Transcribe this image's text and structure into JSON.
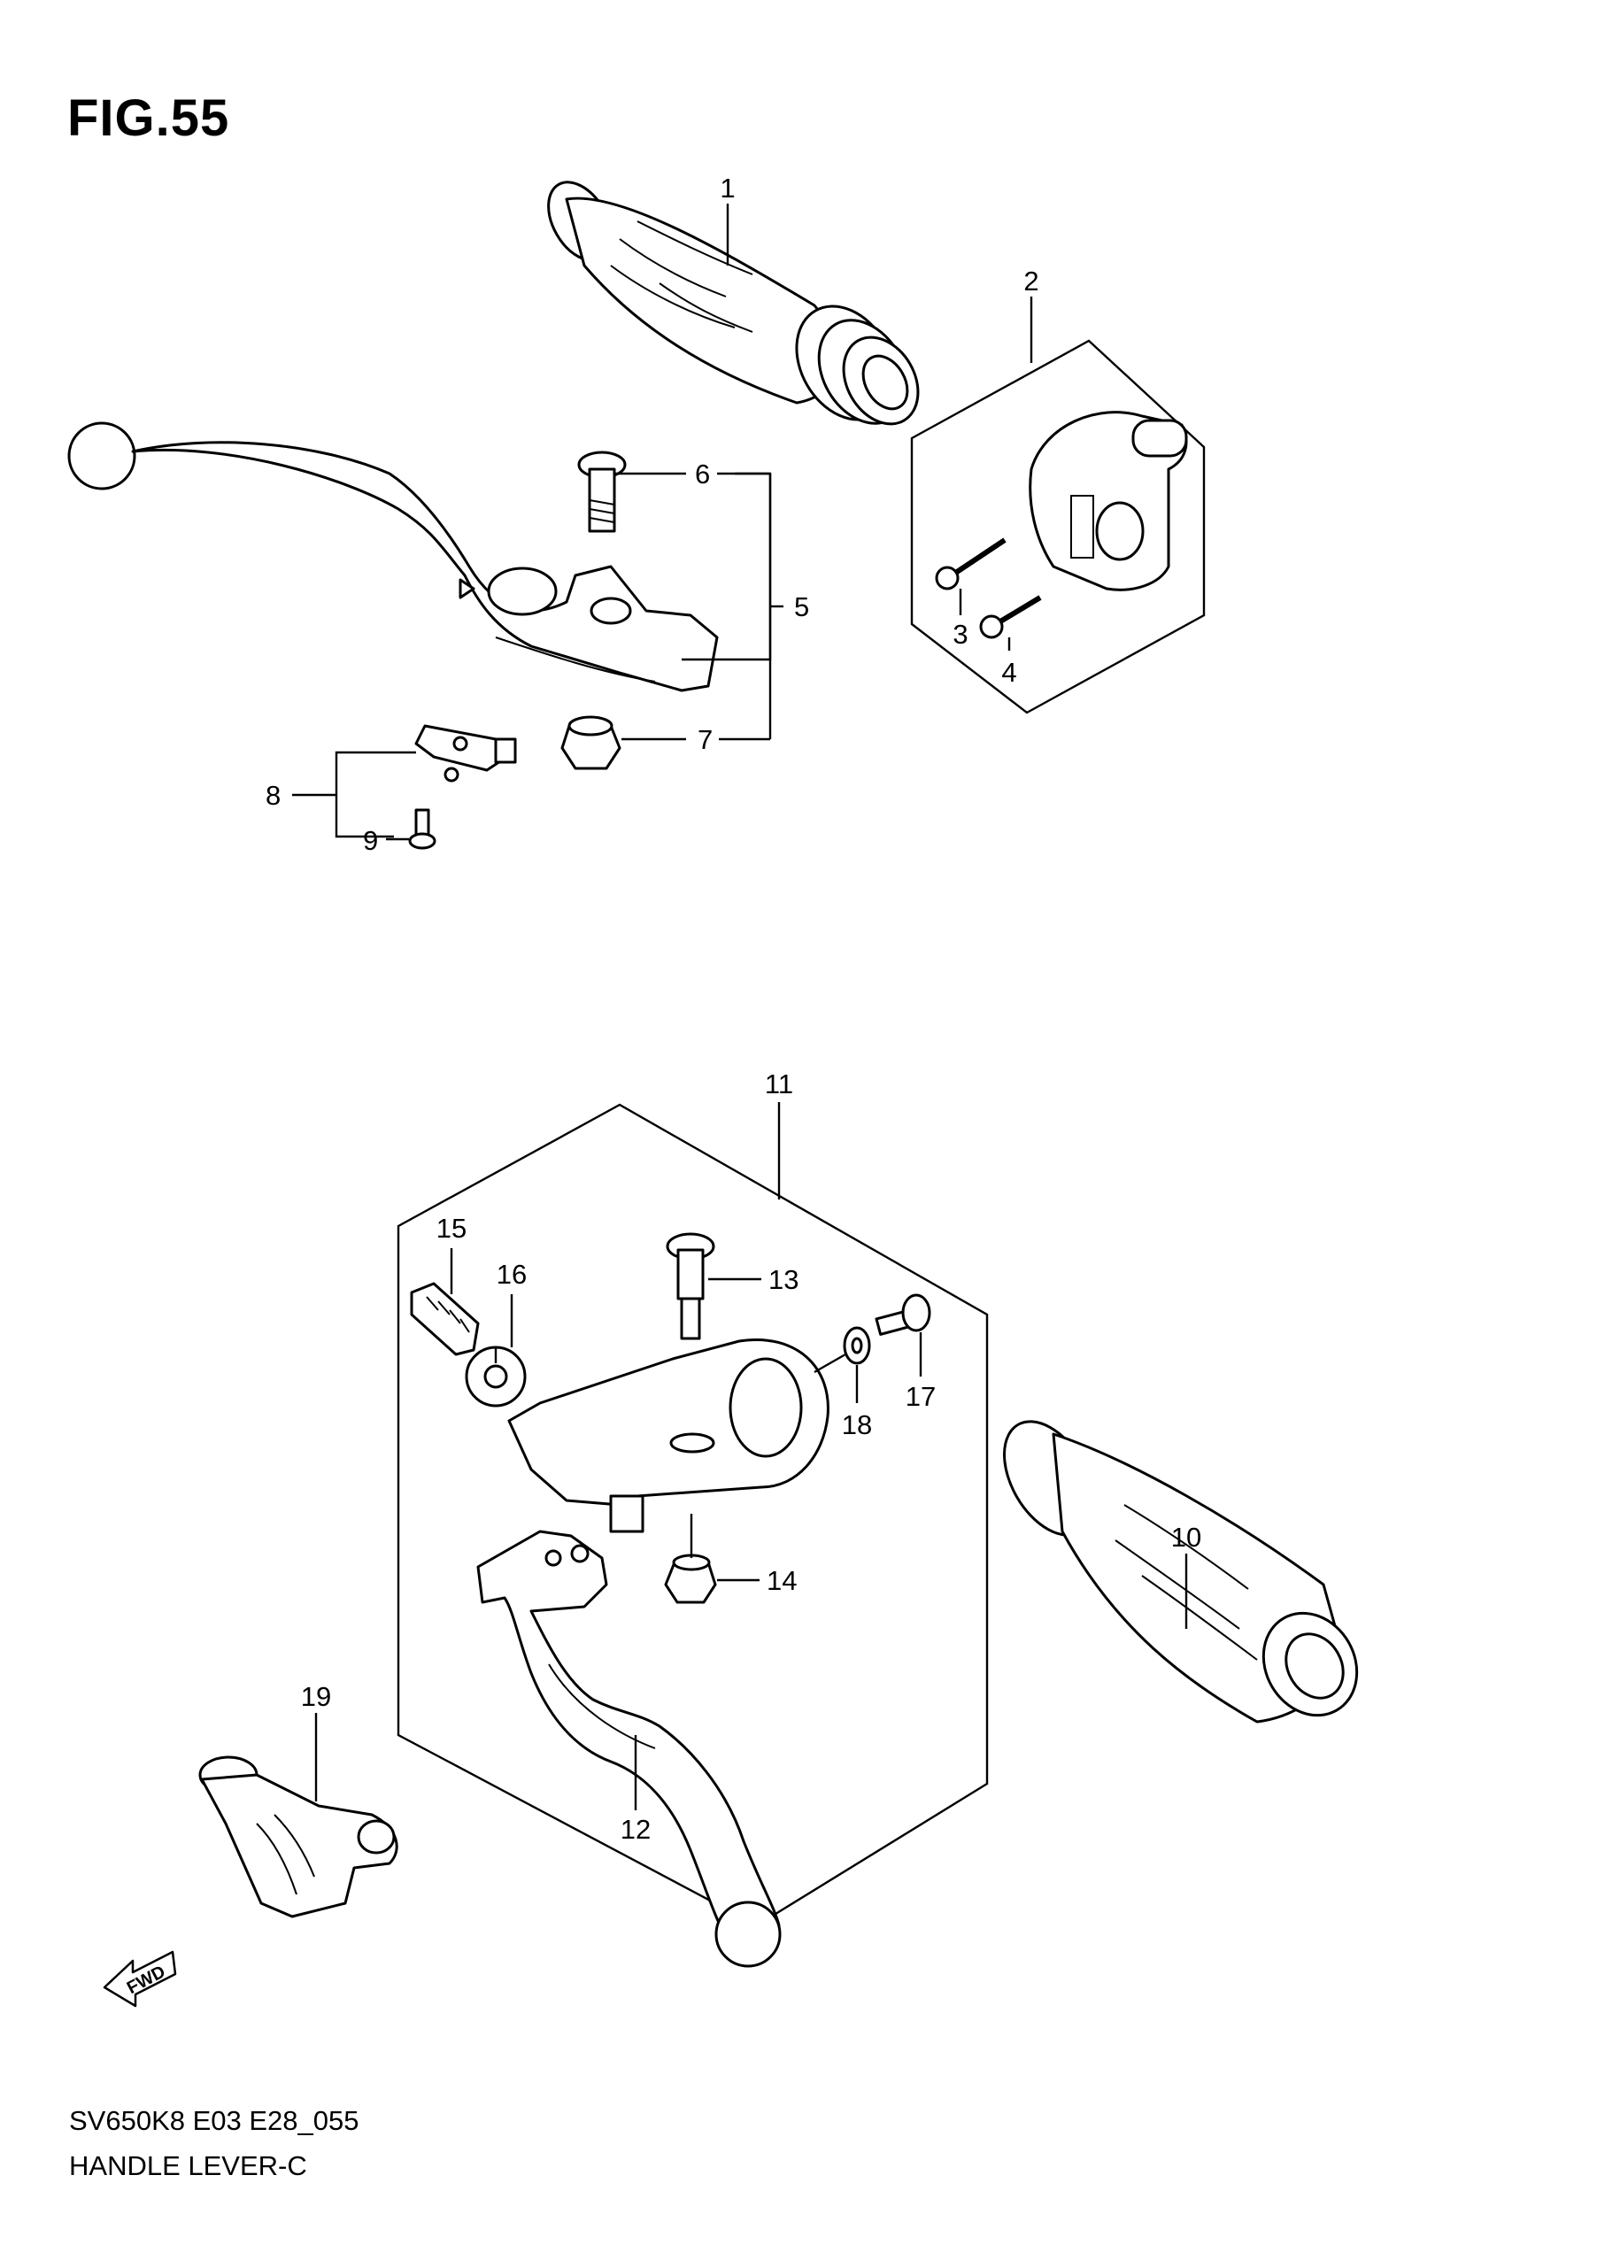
{
  "figure": {
    "title": "FIG.55"
  },
  "footer": {
    "code": "SV650K8 E03 E28_055",
    "name": "HANDLE LEVER-C"
  },
  "fwd_marker": {
    "label": "FWD",
    "icon": "fwd-arrow-icon"
  },
  "callouts": {
    "c1": "1",
    "c2": "2",
    "c3": "3",
    "c4": "4",
    "c5": "5",
    "c6": "6",
    "c7": "7",
    "c8": "8",
    "c9": "9",
    "c10": "10",
    "c11": "11",
    "c12": "12",
    "c13": "13",
    "c14": "14",
    "c15": "15",
    "c16": "16",
    "c17": "17",
    "c18": "18",
    "c19": "19"
  }
}
